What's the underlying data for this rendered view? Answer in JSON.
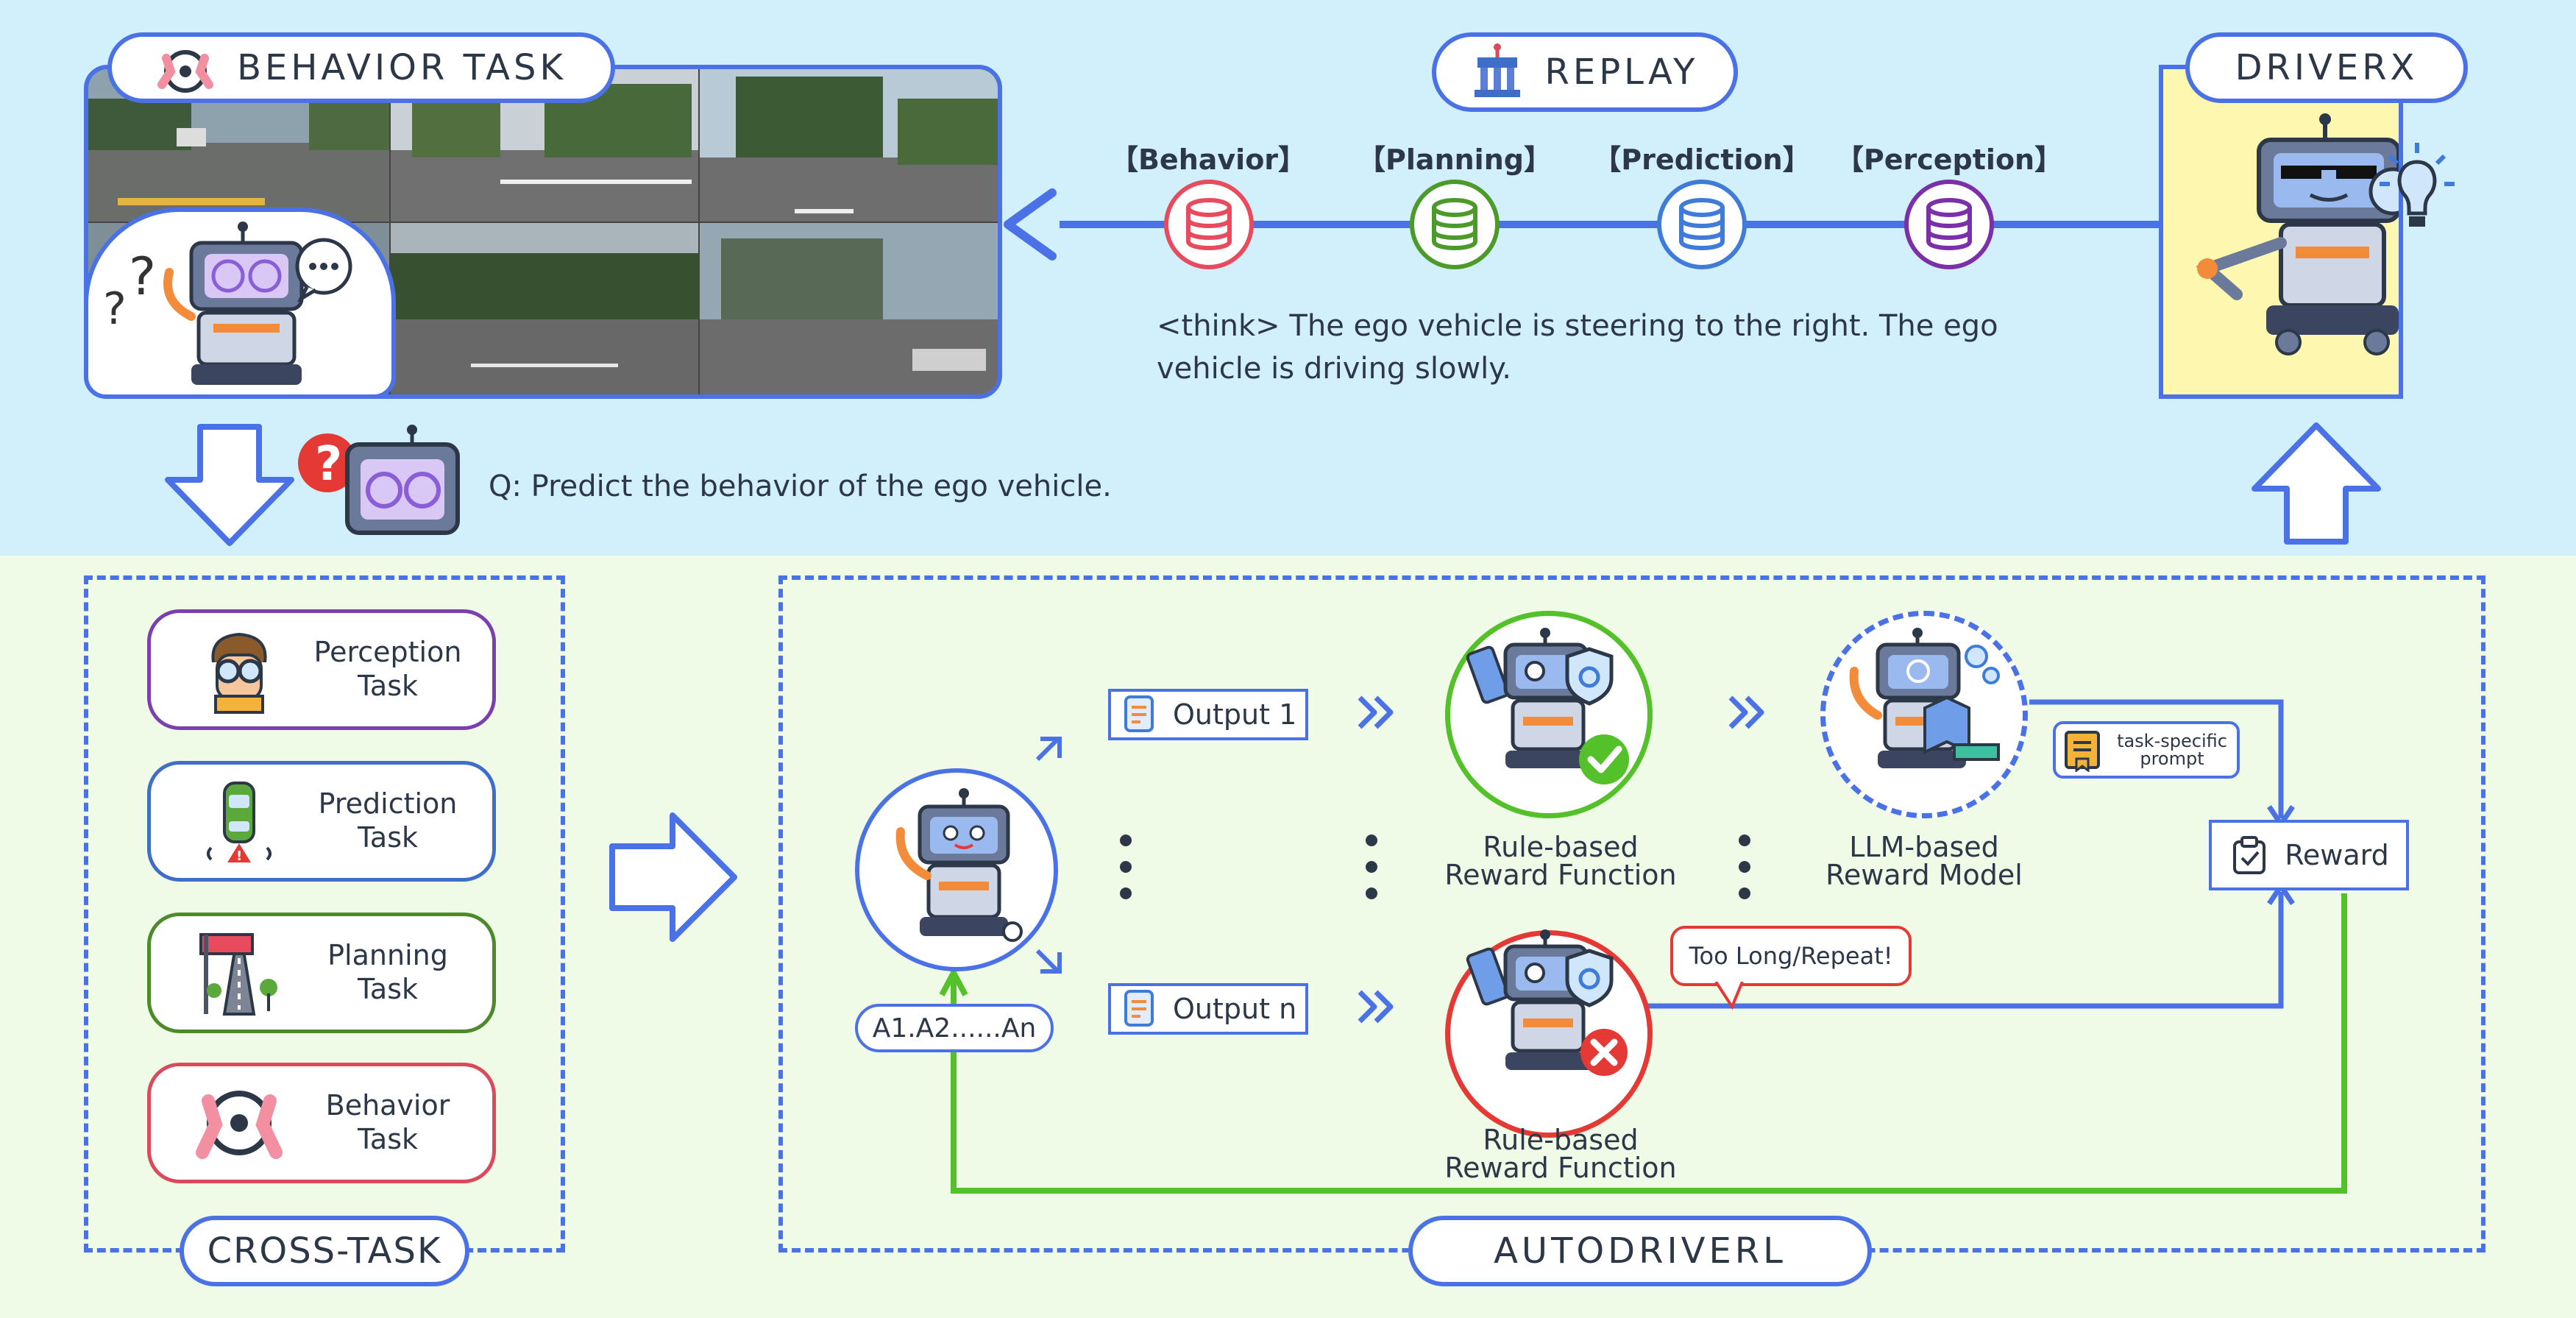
{
  "header": {
    "behavior_task_title": "BEHAVIOR TASK",
    "replay_title": "REPLAY",
    "driverx_title": "DRIVERX"
  },
  "replay": {
    "databases": [
      {
        "label": "【Behavior】",
        "color": "#e84b5e"
      },
      {
        "label": "【Planning】",
        "color": "#4c9a2a"
      },
      {
        "label": "【Prediction】",
        "color": "#3f7bd8"
      },
      {
        "label": "【Perception】",
        "color": "#7b2fa9"
      }
    ],
    "think_text_line1": "<think> The ego vehicle is steering to the right. The ego",
    "think_text_line2": "vehicle is driving slowly."
  },
  "question": {
    "text": "Q:  Predict the behavior of the ego vehicle."
  },
  "cross_task": {
    "title": "CROSS-TASK",
    "tasks": [
      {
        "label": "Perception\nTask",
        "color": "#7b3fb0",
        "icon": "person-with-goggles-icon"
      },
      {
        "label": "Prediction\nTask",
        "color": "#3f6ec8",
        "icon": "car-warning-icon"
      },
      {
        "label": "Planning\nTask",
        "color": "#4c8a2a",
        "icon": "road-sign-icon"
      },
      {
        "label": "Behavior\nTask",
        "color": "#d94a5c",
        "icon": "steering-wheel-icon"
      }
    ]
  },
  "autodriverl": {
    "title": "AUTODRIVERL",
    "answers_label": "A1.A2......An",
    "output_1": "Output 1",
    "output_n": "Output n",
    "rule_reward_top": "Rule-based\nReward Function",
    "rule_reward_bottom": "Rule-based\nReward Function",
    "llm_reward": "LLM-based\nReward Model",
    "task_prompt": "task-specific\nprompt",
    "too_long": "Too Long/Repeat!",
    "reward": "Reward"
  },
  "colors": {
    "accent_blue": "#4a72e6",
    "success_green": "#55c12a",
    "error_red": "#e53935",
    "top_band": "#d2f0fb",
    "bottom_band": "#effbe6",
    "driverx_panel": "#fdf7b0"
  }
}
